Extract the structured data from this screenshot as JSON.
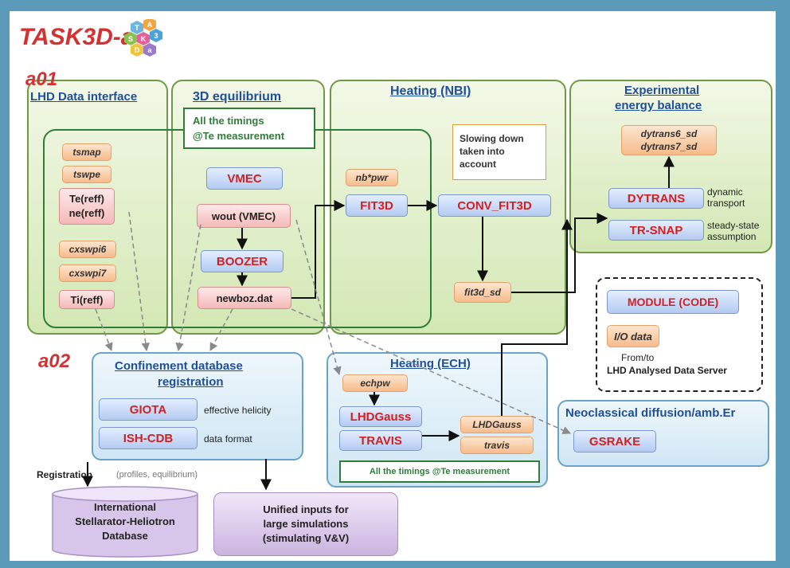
{
  "header": {
    "title": "TASK3D-a",
    "logo_letters": [
      "T",
      "A",
      "S",
      "K",
      "3",
      "D",
      "a"
    ]
  },
  "section_labels": {
    "a01": "a01",
    "a02": "a02"
  },
  "panels": {
    "lhd": {
      "title": "LHD Data interface"
    },
    "eq3d": {
      "title": "3D equilibrium"
    },
    "nbi": {
      "title": "Heating (NBI)"
    },
    "exp": {
      "title_line1": "Experimental",
      "title_line2": "energy balance"
    },
    "conf": {
      "title_line1": "Confinement database",
      "title_line2": "registration"
    },
    "ech": {
      "title": "Heating (ECH)"
    },
    "neo": {
      "title": "Neoclassical diffusion/amb.Er"
    }
  },
  "timings_box": {
    "line1": "All the timings",
    "line2": "@Te measurement"
  },
  "timings_box2": {
    "text": "All the timings @Te measurement"
  },
  "slowing_box": {
    "line1": "Slowing down",
    "line2": "taken into",
    "line3": "account"
  },
  "lhd_items": {
    "tsmap": "tsmap",
    "tswpe": "tswpe",
    "te_reff": "Te(reff)",
    "ne_reff": "ne(reff)",
    "cxswpi6": "cxswpi6",
    "cxswpi7": "cxswpi7",
    "ti_reff": "Ti(reff)"
  },
  "eq_items": {
    "vmec": "VMEC",
    "wout": "wout (VMEC)",
    "boozer": "BOOZER",
    "newboz": "newboz.dat"
  },
  "nbi_items": {
    "nbpwr": "nb*pwr",
    "fit3d": "FIT3D",
    "conv": "CONV_FIT3D",
    "fit3dsd": "fit3d_sd"
  },
  "exp_items": {
    "dytrans6": "dytrans6_sd",
    "dytrans7": "dytrans7_sd",
    "dytrans": "DYTRANS",
    "trsnap": "TR-SNAP",
    "dyn_line1": "dynamic",
    "dyn_line2": "transport",
    "ss_line1": "steady-state",
    "ss_line2": "assumption"
  },
  "legend": {
    "module": "MODULE (CODE)",
    "io": "I/O data",
    "from1": "From/to",
    "from2": "LHD Analysed Data Server"
  },
  "conf_items": {
    "giota": "GIOTA",
    "giota_desc": "effective helicity",
    "ishcdb": "ISH-CDB",
    "ishcdb_desc": "data format"
  },
  "ech_items": {
    "echpw": "echpw",
    "lhdgauss": "LHDGauss",
    "travis": "TRAVIS",
    "lhdgauss_out": "LHDGauss",
    "travis_out": "travis"
  },
  "neo_items": {
    "gsrake": "GSRAKE"
  },
  "registration": {
    "label": "Registration",
    "note": "(profiles, equilibrium)"
  },
  "bottom": {
    "ish_line1": "International",
    "ish_line2": "Stellarator-Heliotron",
    "ish_line3": "Database",
    "unified_line1": "Unified inputs for",
    "unified_line2": "large simulations",
    "unified_line3": "(stimulating V&V)"
  },
  "colors": {
    "module_text": "#d32020",
    "panel_title": "#1f4f9a",
    "timings_border": "#2f7d39",
    "frame": "#5b9bb9"
  }
}
